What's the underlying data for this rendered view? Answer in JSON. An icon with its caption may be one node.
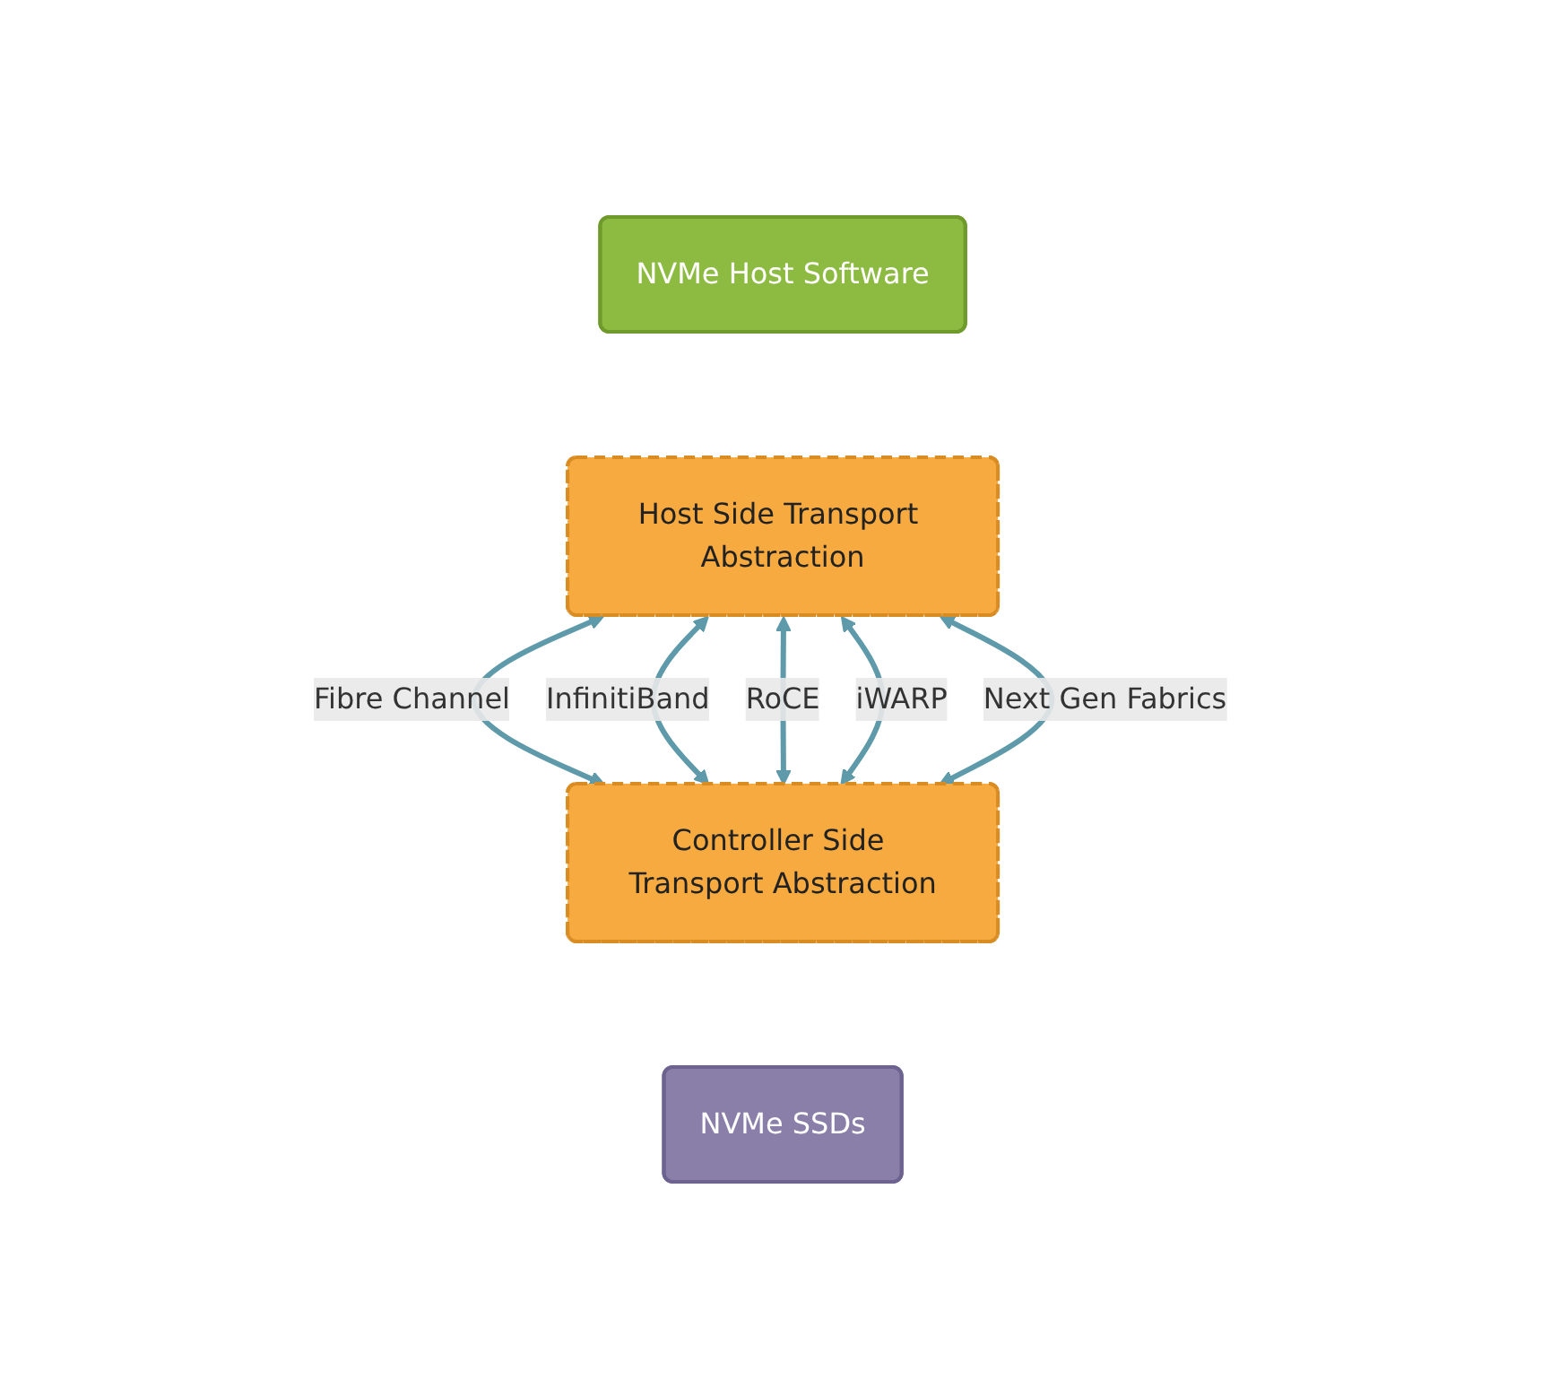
{
  "diagram": {
    "nodes": [
      {
        "text": [
          "NVMe Host Software"
        ]
      },
      {
        "text": [
          "Host Side Transport Abstraction"
        ]
      },
      {
        "text": [
          "Controller Side Transport Abstraction"
        ]
      },
      {
        "text": [
          "NVMe SSDs"
        ]
      }
    ],
    "edges": [
      {
        "from": 1,
        "to": 2,
        "arrow": "both",
        "label": "Fibre Channel"
      },
      {
        "from": 1,
        "to": 2,
        "arrow": "both",
        "label": "InfinitiBand"
      },
      {
        "from": 1,
        "to": 2,
        "arrow": "both",
        "label": "RoCE"
      },
      {
        "from": 1,
        "to": 2,
        "arrow": "both",
        "label": "iWARP"
      },
      {
        "from": 1,
        "to": 2,
        "arrow": "both",
        "label": "Next Gen Fabrics"
      }
    ]
  }
}
